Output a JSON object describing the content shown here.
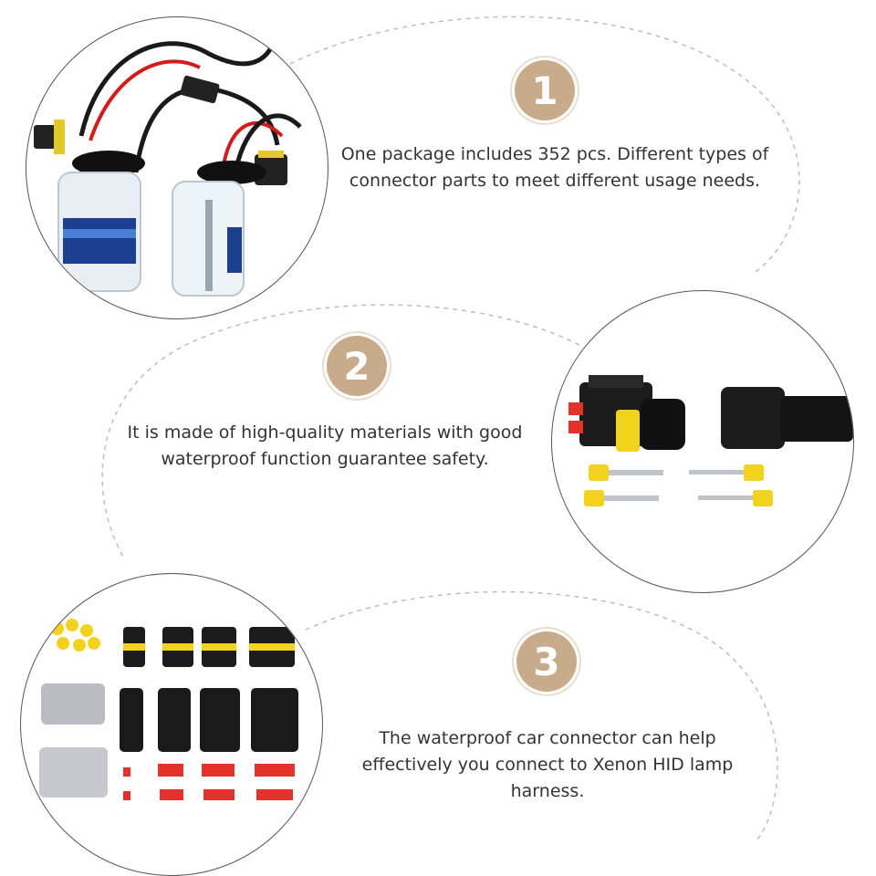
{
  "features": [
    {
      "number": "1",
      "text": "One package includes 352 pcs. Different types of connector parts to meet different usage needs.",
      "image_icon": "hid-xenon-bulb-pair-icon"
    },
    {
      "number": "2",
      "text": "It is made of high-quality materials with good waterproof function guarantee safety.",
      "image_icon": "waterproof-connector-plug-icon"
    },
    {
      "number": "3",
      "text": "The waterproof car connector can help effectively you connect to Xenon HID lamp harness.",
      "image_icon": "connector-kit-parts-icon"
    }
  ],
  "colors": {
    "badge": "#c8ab8b",
    "text": "#333333",
    "dashed_line": "#bdbdbd",
    "circle_border": "#555555",
    "connector_yellow": "#f2d21c",
    "lock_red": "#e5312b",
    "wire_red": "#d31b1b"
  }
}
